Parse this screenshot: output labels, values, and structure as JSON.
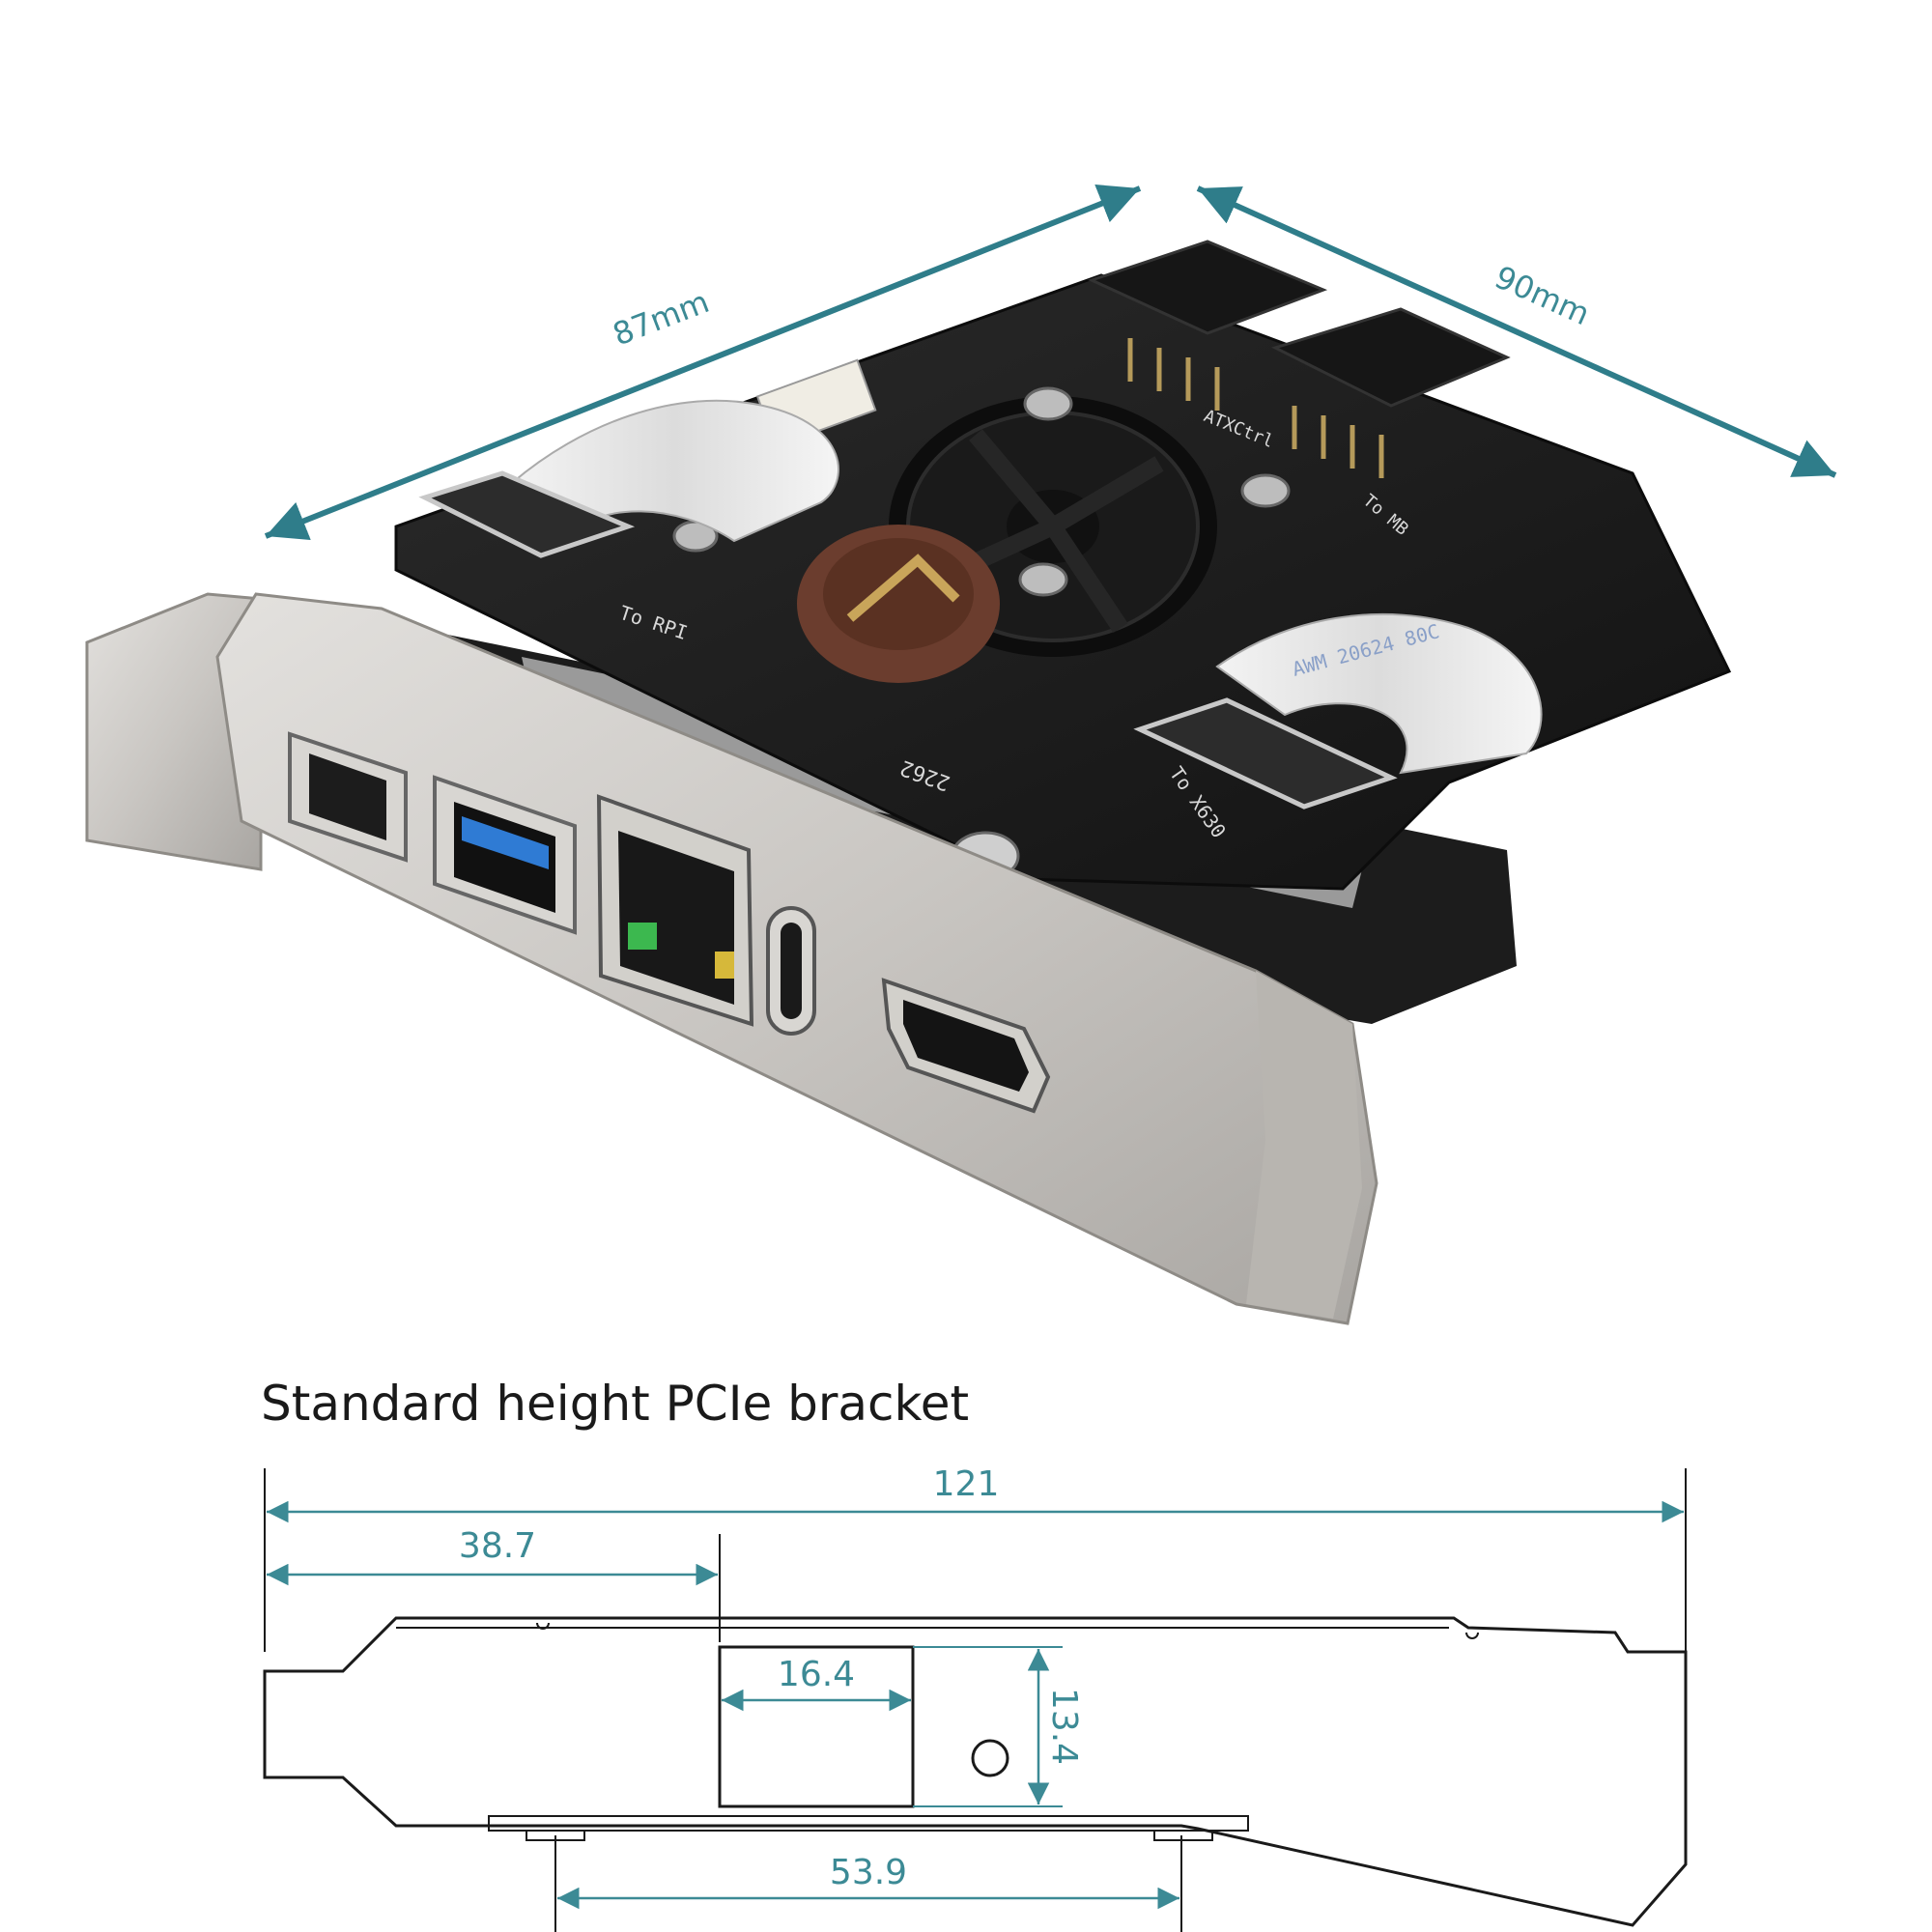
{
  "photo": {
    "dimensions": {
      "length_label": "87mm",
      "width_label": "90mm"
    },
    "silkscreen": {
      "to_rpi": "To RPI",
      "to_x630": "To X630",
      "to_mb": "To MB",
      "atx_ctrl": "ATXCtrl",
      "board_code": "2262"
    },
    "cable_print": "AWM 20624 80C",
    "connectors": [
      "USB 2.0",
      "USB 3.0",
      "RJ45 Ethernet",
      "USB-C",
      "HDMI"
    ]
  },
  "drawing": {
    "title": "Standard height PCIe bracket",
    "dims": {
      "overall": "121",
      "offset": "38.7",
      "window_width": "16.4",
      "window_height": "13.4",
      "tab_spacing": "53.9"
    },
    "colors": {
      "dimension": "#3c8a95",
      "outline": "#1a1a1a"
    }
  }
}
